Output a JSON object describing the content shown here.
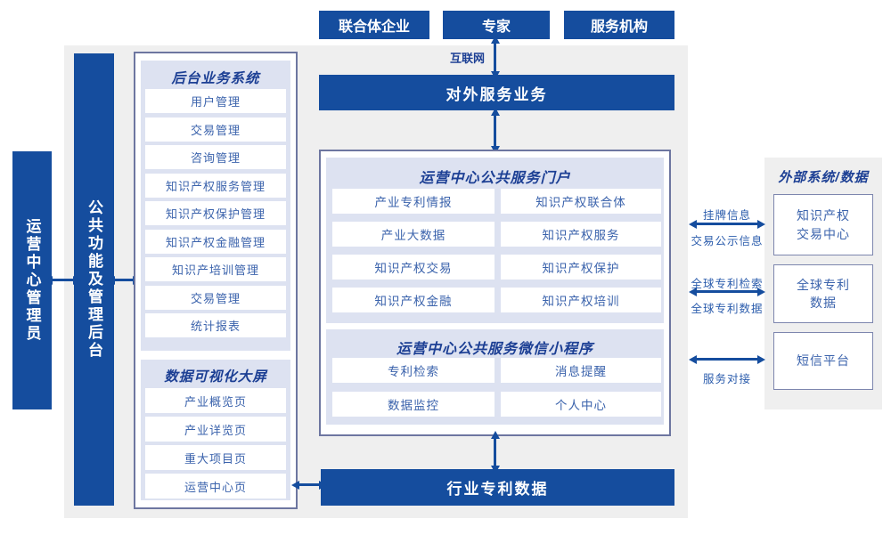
{
  "top_actors": [
    "联合体企业",
    "专家",
    "服务机构"
  ],
  "labels": {
    "internet": "互联网"
  },
  "bars": {
    "external_service": "对外服务业务",
    "industry_patent": "行业专利数据"
  },
  "rails": {
    "admin": "运营中心管理员",
    "backend": "公共功能及管理后台"
  },
  "left_panel": {
    "backend_system": {
      "title": "后台业务系统",
      "items": [
        "用户管理",
        "交易管理",
        "咨询管理",
        "知识产权服务管理",
        "知识产权保护管理",
        "知识产权金融管理",
        "知识产培训管理",
        "交易管理",
        "统计报表"
      ]
    },
    "visualization": {
      "title": "数据可视化大屏",
      "items": [
        "产业概览页",
        "产业详览页",
        "重大项目页",
        "运营中心页"
      ]
    }
  },
  "center_panel": {
    "portal": {
      "title": "运营中心公共服务门户",
      "items": [
        "产业专利情报",
        "知识产权联合体",
        "产业大数据",
        "知识产权服务",
        "知识产权交易",
        "知识产权保护",
        "知识产权金融",
        "知识产权培训"
      ]
    },
    "miniapp": {
      "title": "运营中心公共服务微信小程序",
      "items": [
        "专利检索",
        "消息提醒",
        "数据监控",
        "个人中心"
      ]
    }
  },
  "external_panel": {
    "title": "外部系统/数据",
    "boxes": [
      {
        "line1": "知识产权",
        "line2": "交易中心"
      },
      {
        "line1": "全球专利",
        "line2": "数据"
      },
      {
        "line1": "短信平台",
        "line2": ""
      }
    ]
  },
  "right_links": [
    {
      "top": "挂牌信息",
      "bottom": "交易公示信息"
    },
    {
      "top": "全球专利检索",
      "bottom": "全球专利数据"
    },
    {
      "bottom": "服务对接"
    }
  ],
  "colors": {
    "primary": "#154d9e",
    "arrow": "#154d9e",
    "lavender": "#dde2f1",
    "slate": "#6d76a0",
    "ext_border": "#7d86ae",
    "gray": "#efefef",
    "title_text": "#1c3f94",
    "item_text": "#3b63ac",
    "label_text": "#2b5cac"
  }
}
